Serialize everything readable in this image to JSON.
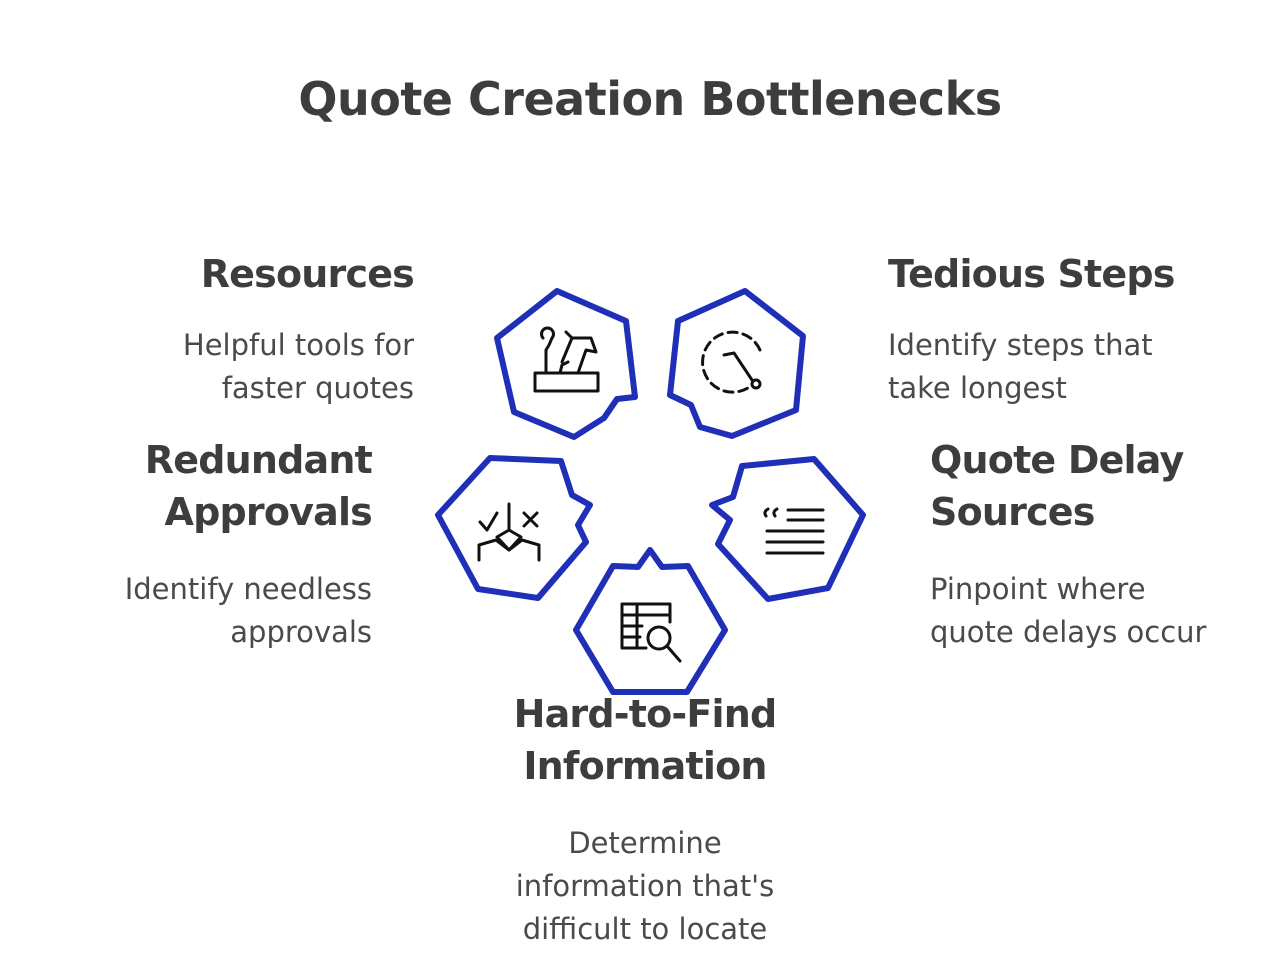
{
  "title": "Quote Creation Bottlenecks",
  "accent_color": "#1f2fb8",
  "items": [
    {
      "heading_lines": [
        "Resources"
      ],
      "description_lines": [
        "Helpful tools for",
        "faster quotes"
      ],
      "icon": "toolbox-icon"
    },
    {
      "heading_lines": [
        "Tedious Steps"
      ],
      "description_lines": [
        "Identify steps that",
        "take longest"
      ],
      "icon": "timer-icon"
    },
    {
      "heading_lines": [
        "Redundant",
        "Approvals"
      ],
      "description_lines": [
        "Identify needless",
        "approvals"
      ],
      "icon": "approval-split-icon"
    },
    {
      "heading_lines": [
        "Quote Delay",
        "Sources"
      ],
      "description_lines": [
        "Pinpoint where",
        "quote delays occur"
      ],
      "icon": "quote-lines-icon"
    },
    {
      "heading_lines": [
        "Hard-to-Find",
        "Information"
      ],
      "description_lines": [
        "Determine",
        "information that's",
        "difficult to locate"
      ],
      "icon": "table-search-icon"
    }
  ]
}
